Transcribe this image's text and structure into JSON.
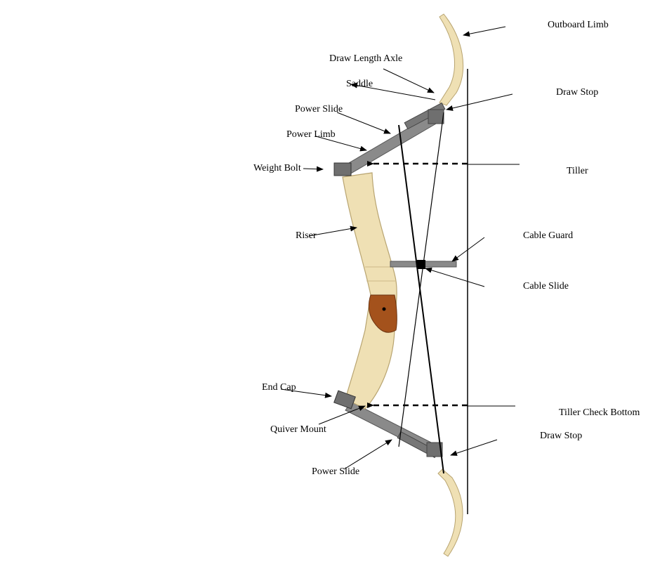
{
  "labels": {
    "outboard_limb": "Outboard Limb",
    "draw_length_axle": "Draw Length Axle",
    "saddle": "Saddle",
    "draw_stop_top": "Draw Stop",
    "power_slide_top": "Power Slide",
    "power_limb": "Power Limb",
    "weight_bolt": "Weight Bolt",
    "tiller": "Tiller",
    "riser": "Riser",
    "cable_guard": "Cable Guard",
    "cable_slide": "Cable Slide",
    "end_cap": "End Cap",
    "tiller_check_bottom": "Tiller Check Bottom",
    "quiver_mount": "Quiver Mount",
    "draw_stop_bottom": "Draw Stop",
    "power_slide_bottom": "Power Slide"
  },
  "colors": {
    "wood": "#efe0b4",
    "wood_shadow": "#cdb988",
    "metal": "#8a8a8a",
    "metal_dark": "#555555",
    "grip": "#a4521c",
    "line": "#000000"
  }
}
